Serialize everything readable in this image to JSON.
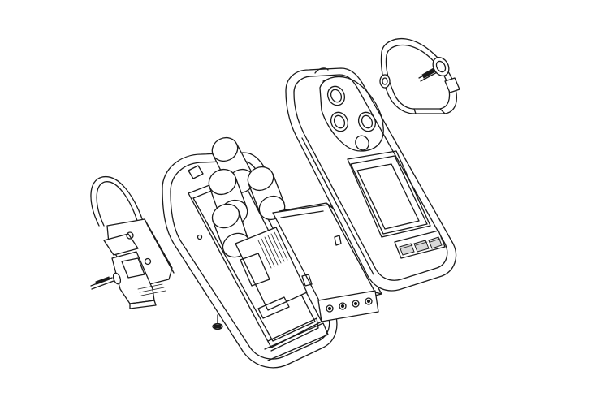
{
  "colors": {
    "line": "#1a1a1a",
    "background": "#ffffff",
    "shade": "#d9d9d9"
  },
  "parts": [
    {
      "id": "clip",
      "icon": "belt-clip-with-wire-loop-icon"
    },
    {
      "id": "main-housing",
      "icon": "rear-housing-with-sensors-icon"
    },
    {
      "id": "battery",
      "icon": "battery-pack-icon"
    },
    {
      "id": "front-cover",
      "icon": "front-cover-with-display-icon"
    },
    {
      "id": "sensor-cap",
      "icon": "sensor-cap-icon"
    },
    {
      "id": "screws",
      "icon": "screw-icon"
    }
  ]
}
